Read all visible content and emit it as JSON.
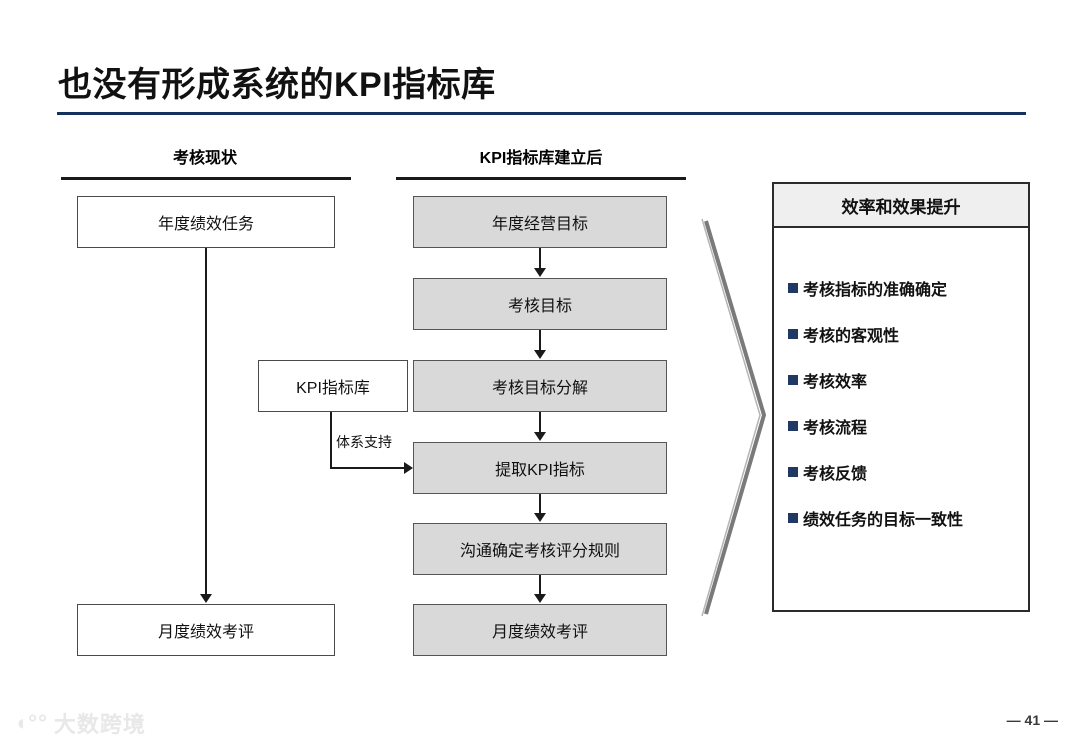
{
  "slide": {
    "title": "也没有形成系统的KPI指标库",
    "page_number": "— 41 —",
    "watermark": "大数跨境",
    "rule_color": "#13335e"
  },
  "columns": {
    "left": {
      "heading": "考核现状",
      "boxes": [
        {
          "label": "年度绩效任务",
          "filled": false
        },
        {
          "label": "月度绩效考评",
          "filled": false
        }
      ]
    },
    "center": {
      "heading": "KPI指标库建立后",
      "boxes": [
        {
          "label": "年度经营目标",
          "filled": true
        },
        {
          "label": "考核目标",
          "filled": true
        },
        {
          "label": "考核目标分解",
          "filled": true
        },
        {
          "label": "提取KPI指标",
          "filled": true
        },
        {
          "label": "沟通确定考核评分规则",
          "filled": true
        },
        {
          "label": "月度绩效考评",
          "filled": true
        }
      ]
    }
  },
  "side_box": {
    "label": "KPI指标库",
    "edge_label": "体系支持"
  },
  "panel": {
    "header": "效率和效果提升",
    "bullet_color": "#1f3864",
    "items": [
      "考核指标的准确确定",
      "考核的客观性",
      "考核效率",
      "考核流程",
      "考核反馈",
      "绩效任务的目标一致性"
    ]
  }
}
